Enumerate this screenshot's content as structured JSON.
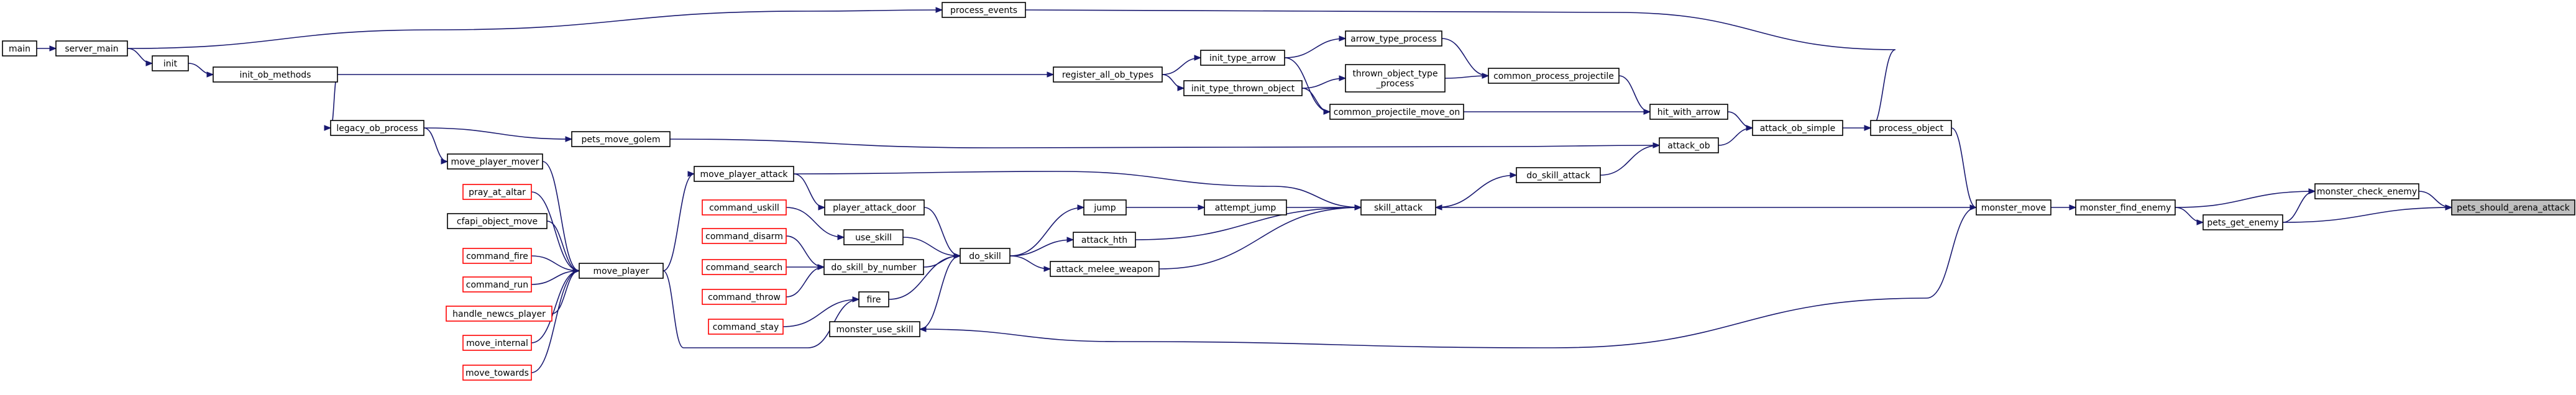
{
  "diagram": {
    "nodes": [
      {
        "id": "main",
        "label": [
          "main"
        ],
        "style": "normal"
      },
      {
        "id": "server_main",
        "label": [
          "server_main"
        ],
        "style": "normal"
      },
      {
        "id": "init",
        "label": [
          "init"
        ],
        "style": "normal"
      },
      {
        "id": "init_ob_methods",
        "label": [
          "init_ob_methods"
        ],
        "style": "normal"
      },
      {
        "id": "legacy_ob_process",
        "label": [
          "legacy_ob_process"
        ],
        "style": "normal"
      },
      {
        "id": "move_player_mover",
        "label": [
          "move_player_mover"
        ],
        "style": "normal"
      },
      {
        "id": "move_player",
        "label": [
          "move_player"
        ],
        "style": "normal"
      },
      {
        "id": "pray_at_altar",
        "label": [
          "pray_at_altar"
        ],
        "style": "red"
      },
      {
        "id": "cfapi_object_move",
        "label": [
          "cfapi_object_move"
        ],
        "style": "normal"
      },
      {
        "id": "command_fire",
        "label": [
          "command_fire"
        ],
        "style": "red"
      },
      {
        "id": "command_run",
        "label": [
          "command_run"
        ],
        "style": "red"
      },
      {
        "id": "handle_newcs_player",
        "label": [
          "handle_newcs_player"
        ],
        "style": "red"
      },
      {
        "id": "move_internal",
        "label": [
          "move_internal"
        ],
        "style": "red"
      },
      {
        "id": "move_towards",
        "label": [
          "move_towards"
        ],
        "style": "red"
      },
      {
        "id": "pets_move_golem",
        "label": [
          "pets_move_golem"
        ],
        "style": "normal"
      },
      {
        "id": "move_player_attack",
        "label": [
          "move_player_attack"
        ],
        "style": "normal"
      },
      {
        "id": "command_uskill",
        "label": [
          "command_uskill"
        ],
        "style": "red"
      },
      {
        "id": "command_disarm",
        "label": [
          "command_disarm"
        ],
        "style": "red"
      },
      {
        "id": "command_search",
        "label": [
          "command_search"
        ],
        "style": "red"
      },
      {
        "id": "command_throw",
        "label": [
          "command_throw"
        ],
        "style": "red"
      },
      {
        "id": "command_stay",
        "label": [
          "command_stay"
        ],
        "style": "red"
      },
      {
        "id": "player_attack_door",
        "label": [
          "player_attack_door"
        ],
        "style": "normal"
      },
      {
        "id": "use_skill",
        "label": [
          "use_skill"
        ],
        "style": "normal"
      },
      {
        "id": "do_skill_by_number",
        "label": [
          "do_skill_by_number"
        ],
        "style": "normal"
      },
      {
        "id": "fire",
        "label": [
          "fire"
        ],
        "style": "normal"
      },
      {
        "id": "monster_use_skill",
        "label": [
          "monster_use_skill"
        ],
        "style": "normal"
      },
      {
        "id": "do_skill",
        "label": [
          "do_skill"
        ],
        "style": "normal"
      },
      {
        "id": "jump",
        "label": [
          "jump"
        ],
        "style": "normal"
      },
      {
        "id": "attack_hth",
        "label": [
          "attack_hth"
        ],
        "style": "normal"
      },
      {
        "id": "attack_melee_weapon",
        "label": [
          "attack_melee_weapon"
        ],
        "style": "normal"
      },
      {
        "id": "process_events",
        "label": [
          "process_events"
        ],
        "style": "normal"
      },
      {
        "id": "register_all_ob_types",
        "label": [
          "register_all_ob_types"
        ],
        "style": "normal"
      },
      {
        "id": "init_type_arrow",
        "label": [
          "init_type_arrow"
        ],
        "style": "normal"
      },
      {
        "id": "init_type_thrown_object",
        "label": [
          "init_type_thrown_object"
        ],
        "style": "normal"
      },
      {
        "id": "attempt_jump",
        "label": [
          "attempt_jump"
        ],
        "style": "normal"
      },
      {
        "id": "arrow_type_process",
        "label": [
          "arrow_type_process"
        ],
        "style": "normal"
      },
      {
        "id": "thrown_object_type_process",
        "label": [
          "thrown_object_type",
          "_process"
        ],
        "style": "normal"
      },
      {
        "id": "common_projectile_move_on",
        "label": [
          "common_projectile_move_on"
        ],
        "style": "normal"
      },
      {
        "id": "skill_attack",
        "label": [
          "skill_attack"
        ],
        "style": "normal"
      },
      {
        "id": "do_skill_attack",
        "label": [
          "do_skill_attack"
        ],
        "style": "normal"
      },
      {
        "id": "common_process_projectile",
        "label": [
          "common_process_projectile"
        ],
        "style": "normal"
      },
      {
        "id": "hit_with_arrow",
        "label": [
          "hit_with_arrow"
        ],
        "style": "normal"
      },
      {
        "id": "attack_ob",
        "label": [
          "attack_ob"
        ],
        "style": "normal"
      },
      {
        "id": "attack_ob_simple",
        "label": [
          "attack_ob_simple"
        ],
        "style": "normal"
      },
      {
        "id": "process_object",
        "label": [
          "process_object"
        ],
        "style": "normal"
      },
      {
        "id": "monster_move",
        "label": [
          "monster_move"
        ],
        "style": "normal"
      },
      {
        "id": "monster_find_enemy",
        "label": [
          "monster_find_enemy"
        ],
        "style": "normal"
      },
      {
        "id": "pets_get_enemy",
        "label": [
          "pets_get_enemy"
        ],
        "style": "normal"
      },
      {
        "id": "monster_check_enemy",
        "label": [
          "monster_check_enemy"
        ],
        "style": "normal"
      },
      {
        "id": "pets_should_arena_attack",
        "label": [
          "pets_should_arena_attack"
        ],
        "style": "highlight"
      }
    ],
    "edges": [
      [
        "main",
        "server_main"
      ],
      [
        "server_main",
        "process_events"
      ],
      [
        "server_main",
        "init"
      ],
      [
        "init",
        "init_ob_methods"
      ],
      [
        "init_ob_methods",
        "register_all_ob_types"
      ],
      [
        "init_ob_methods",
        "legacy_ob_process"
      ],
      [
        "legacy_ob_process",
        "pets_move_golem"
      ],
      [
        "legacy_ob_process",
        "move_player_mover"
      ],
      [
        "move_player_mover",
        "move_player"
      ],
      [
        "pray_at_altar",
        "move_player"
      ],
      [
        "cfapi_object_move",
        "move_player"
      ],
      [
        "command_fire",
        "move_player"
      ],
      [
        "command_run",
        "move_player"
      ],
      [
        "handle_newcs_player",
        "move_player"
      ],
      [
        "move_internal",
        "move_player"
      ],
      [
        "move_towards",
        "move_player"
      ],
      [
        "move_player",
        "move_player_attack"
      ],
      [
        "move_player",
        "fire"
      ],
      [
        "move_player_attack",
        "skill_attack"
      ],
      [
        "move_player_attack",
        "player_attack_door"
      ],
      [
        "command_uskill",
        "use_skill"
      ],
      [
        "command_disarm",
        "do_skill_by_number"
      ],
      [
        "command_search",
        "do_skill_by_number"
      ],
      [
        "command_throw",
        "do_skill_by_number"
      ],
      [
        "command_stay",
        "fire"
      ],
      [
        "fire",
        "do_skill"
      ],
      [
        "player_attack_door",
        "do_skill"
      ],
      [
        "use_skill",
        "do_skill"
      ],
      [
        "do_skill_by_number",
        "do_skill"
      ],
      [
        "monster_use_skill",
        "do_skill"
      ],
      [
        "do_skill",
        "jump"
      ],
      [
        "do_skill",
        "attack_hth"
      ],
      [
        "do_skill",
        "attack_melee_weapon"
      ],
      [
        "jump",
        "attempt_jump"
      ],
      [
        "attempt_jump",
        "skill_attack"
      ],
      [
        "attack_hth",
        "skill_attack"
      ],
      [
        "attack_melee_weapon",
        "skill_attack"
      ],
      [
        "process_events",
        "process_object"
      ],
      [
        "register_all_ob_types",
        "init_type_arrow"
      ],
      [
        "register_all_ob_types",
        "init_type_thrown_object"
      ],
      [
        "init_type_arrow",
        "arrow_type_process"
      ],
      [
        "init_type_arrow",
        "common_projectile_move_on"
      ],
      [
        "init_type_thrown_object",
        "thrown_object_type_process"
      ],
      [
        "init_type_thrown_object",
        "common_projectile_move_on"
      ],
      [
        "arrow_type_process",
        "common_process_projectile"
      ],
      [
        "thrown_object_type_process",
        "common_process_projectile"
      ],
      [
        "common_process_projectile",
        "hit_with_arrow"
      ],
      [
        "common_projectile_move_on",
        "hit_with_arrow"
      ],
      [
        "hit_with_arrow",
        "attack_ob_simple"
      ],
      [
        "pets_move_golem",
        "attack_ob"
      ],
      [
        "attack_ob",
        "attack_ob_simple"
      ],
      [
        "do_skill_attack",
        "attack_ob"
      ],
      [
        "skill_attack",
        "do_skill_attack"
      ],
      [
        "attack_ob_simple",
        "process_object"
      ],
      [
        "process_object",
        "monster_move"
      ],
      [
        "monster_move",
        "skill_attack"
      ],
      [
        "monster_move",
        "monster_use_skill"
      ],
      [
        "monster_move",
        "monster_find_enemy"
      ],
      [
        "monster_find_enemy",
        "monster_check_enemy"
      ],
      [
        "monster_find_enemy",
        "pets_get_enemy"
      ],
      [
        "monster_check_enemy",
        "pets_should_arena_attack"
      ],
      [
        "pets_get_enemy",
        "monster_check_enemy"
      ],
      [
        "pets_get_enemy",
        "pets_should_arena_attack"
      ]
    ]
  }
}
